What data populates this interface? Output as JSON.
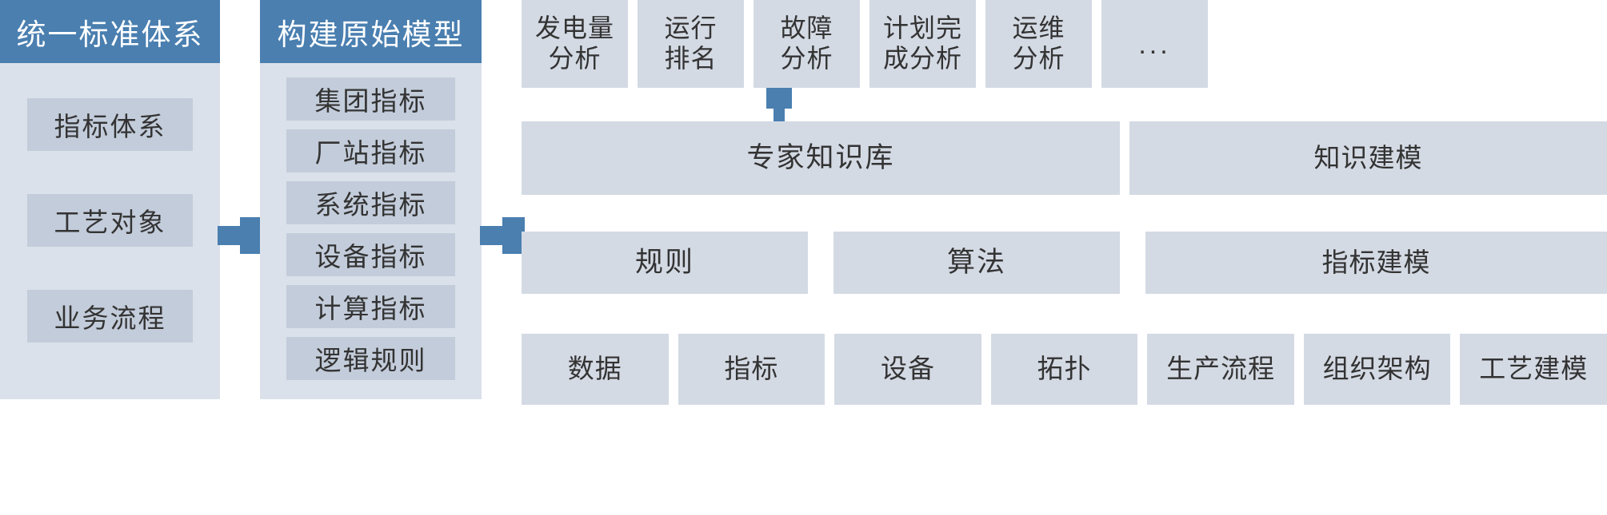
{
  "colors": {
    "header_blue": "#4a7fb0",
    "panel_bg": "#dbe1ea",
    "tile_bg": "#d4dae4",
    "item_bg": "#c3ccda",
    "text": "#333333",
    "canvas_bg": "#ffffff"
  },
  "standards_panel": {
    "title": "统一标准体系",
    "items": [
      {
        "label": "指标体系"
      },
      {
        "label": "工艺对象"
      },
      {
        "label": "业务流程"
      }
    ]
  },
  "model_panel": {
    "title": "构建原始模型",
    "items": [
      {
        "label": "集团指标"
      },
      {
        "label": "厂站指标"
      },
      {
        "label": "系统指标"
      },
      {
        "label": "设备指标"
      },
      {
        "label": "计算指标"
      },
      {
        "label": "逻辑规则"
      }
    ]
  },
  "analysis_row": {
    "tiles": [
      {
        "label": "发电量\n分析"
      },
      {
        "label": "运行\n排名"
      },
      {
        "label": "故障\n分析"
      },
      {
        "label": "计划完\n成分析"
      },
      {
        "label": "运维\n分析"
      },
      {
        "label": "..."
      }
    ]
  },
  "knowledge_row": {
    "main": "专家知识库",
    "side": "知识建模"
  },
  "rule_row": {
    "tiles": [
      {
        "label": "规则"
      },
      {
        "label": "算法"
      }
    ],
    "side": "指标建模"
  },
  "foundation_row": {
    "tiles": [
      {
        "label": "数据"
      },
      {
        "label": "指标"
      },
      {
        "label": "设备"
      },
      {
        "label": "拓扑"
      },
      {
        "label": "生产流程"
      },
      {
        "label": "组织架构"
      },
      {
        "label": "工艺建模"
      }
    ]
  },
  "connectors": [
    {
      "name": "standards-to-model",
      "direction": "right"
    },
    {
      "name": "model-to-rules",
      "direction": "right"
    },
    {
      "name": "knowledge-to-fault-analysis",
      "direction": "up"
    }
  ]
}
